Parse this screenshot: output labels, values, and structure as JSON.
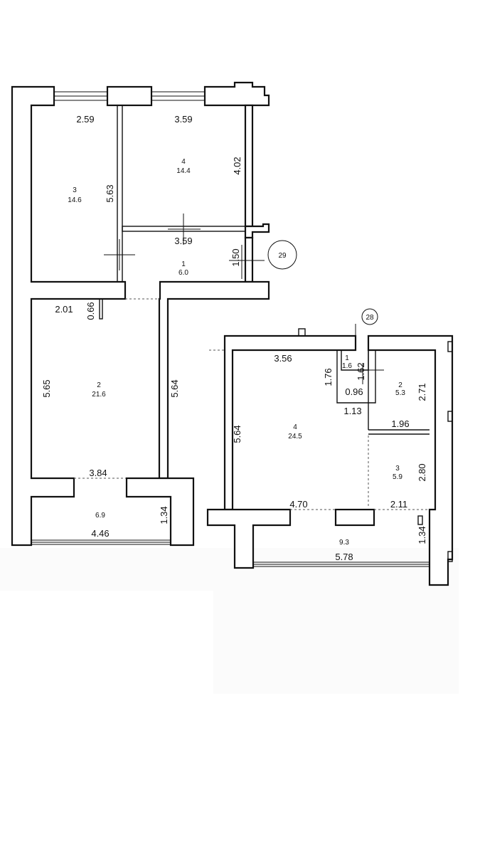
{
  "apartment_29": {
    "marker": "29",
    "rooms": [
      {
        "number": "1",
        "area": "6.0"
      },
      {
        "number": "2",
        "area": "21.6"
      },
      {
        "number": "3",
        "area": "14.6"
      },
      {
        "number": "4",
        "area": "14.4"
      },
      {
        "number": "",
        "area": "6.9"
      }
    ],
    "dimensions": [
      "2.59",
      "3.59",
      "4.02",
      "5.63",
      "3.59",
      "1.50",
      "2.01",
      "0.66",
      "5.65",
      "5.64",
      "3.84",
      "1.34",
      "4.46"
    ]
  },
  "apartment_28": {
    "marker": "28",
    "rooms": [
      {
        "number": "1",
        "area": "1.6"
      },
      {
        "number": "2",
        "area": "5.3"
      },
      {
        "number": "3",
        "area": "5.9"
      },
      {
        "number": "4",
        "area": "24.5"
      },
      {
        "number": "",
        "area": "9.3"
      }
    ],
    "dimensions": [
      "3.56",
      "1.76",
      "1.62",
      "0.96",
      "1.13",
      "2.71",
      "5.64",
      "1.96",
      "2.80",
      "4.70",
      "2.11",
      "1.34",
      "5.78"
    ]
  }
}
